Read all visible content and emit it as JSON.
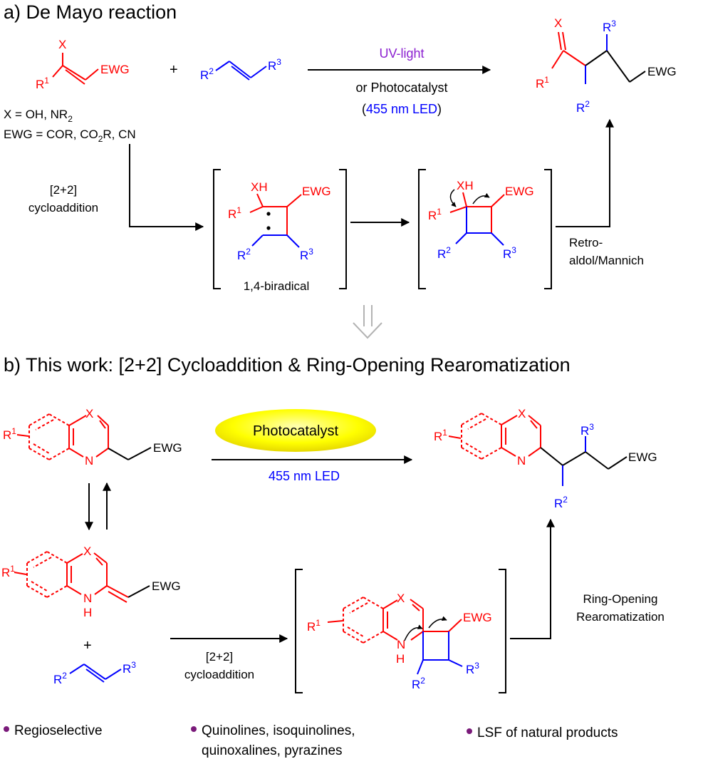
{
  "colors": {
    "red": "#ff0000",
    "blue": "#0000ff",
    "purple": "#8b1fd0",
    "black": "#000000",
    "gray": "#b3b3b3",
    "bullet": "#7a1a7a",
    "oval_yellow": "#ffff00"
  },
  "section_a": {
    "heading": "a) De Mayo reaction",
    "substrate": {
      "X": "X",
      "R1": "R",
      "R1_sup": "1",
      "EWG": "EWG"
    },
    "plus": "+",
    "alkene": {
      "R2": "R",
      "R2_sup": "2",
      "R3": "R",
      "R3_sup": "3"
    },
    "conditions": {
      "line1": "UV-light",
      "line2": "or Photocatalyst",
      "line3_open": "(",
      "line3_led": "455 nm LED",
      "line3_close": ")"
    },
    "definitions": {
      "x_def": "X = OH, NR",
      "x_def_sub": "2",
      "ewg_def_a": "EWG = COR, CO",
      "ewg_def_sub": "2",
      "ewg_def_b": "R, CN"
    },
    "product": {
      "X": "X",
      "R1": "R",
      "R1_sup": "1",
      "R2": "R",
      "R2_sup": "2",
      "R3": "R",
      "R3_sup": "3",
      "EWG": "EWG"
    },
    "step_cycloaddition": {
      "line1": "[2+2]",
      "line2": "cycloaddition"
    },
    "biradical": {
      "XH": "XH",
      "EWG": "EWG",
      "R1": "R",
      "R1_sup": "1",
      "R2": "R",
      "R2_sup": "2",
      "R3": "R",
      "R3_sup": "3",
      "label": "1,4-biradical"
    },
    "cyclobutane": {
      "XH": "XH",
      "EWG": "EWG",
      "R1": "R",
      "R1_sup": "1",
      "R2": "R",
      "R2_sup": "2",
      "R3": "R",
      "R3_sup": "3"
    },
    "step_retro": {
      "line1": "Retro-",
      "line2": "aldol/Mannich"
    }
  },
  "section_b": {
    "heading": "b) This work: [2+2] Cycloaddition & Ring-Opening Rearomatization",
    "azine": {
      "X": "X",
      "N": "N",
      "R1": "R",
      "R1_sup": "1",
      "EWG": "EWG"
    },
    "catalyst": "Photocatalyst",
    "led": "455 nm LED",
    "product": {
      "X": "X",
      "N": "N",
      "R1": "R",
      "R1_sup": "1",
      "R2": "R",
      "R2_sup": "2",
      "R3": "R",
      "R3_sup": "3",
      "EWG": "EWG"
    },
    "enamine": {
      "X": "X",
      "NH_N": "N",
      "NH_H": "H",
      "R1": "R",
      "R1_sup": "1",
      "EWG": "EWG"
    },
    "plus": "+",
    "alkene": {
      "R2": "R",
      "R2_sup": "2",
      "R3": "R",
      "R3_sup": "3"
    },
    "step_cycloaddition": {
      "line1": "[2+2]",
      "line2": "cycloaddition"
    },
    "spiro": {
      "X": "X",
      "NH_N": "N",
      "NH_H": "H",
      "R1": "R",
      "R1_sup": "1",
      "EWG": "EWG",
      "R2": "R",
      "R2_sup": "2",
      "R3": "R",
      "R3_sup": "3"
    },
    "step_rearom": {
      "line1": "Ring-Opening",
      "line2": "Rearomatization"
    },
    "bullets": [
      {
        "line1": "Regioselective",
        "line2": ""
      },
      {
        "line1": "Quinolines, isoquinolines,",
        "line2": "quinoxalines, pyrazines"
      },
      {
        "line1": "LSF of natural products",
        "line2": ""
      }
    ]
  }
}
